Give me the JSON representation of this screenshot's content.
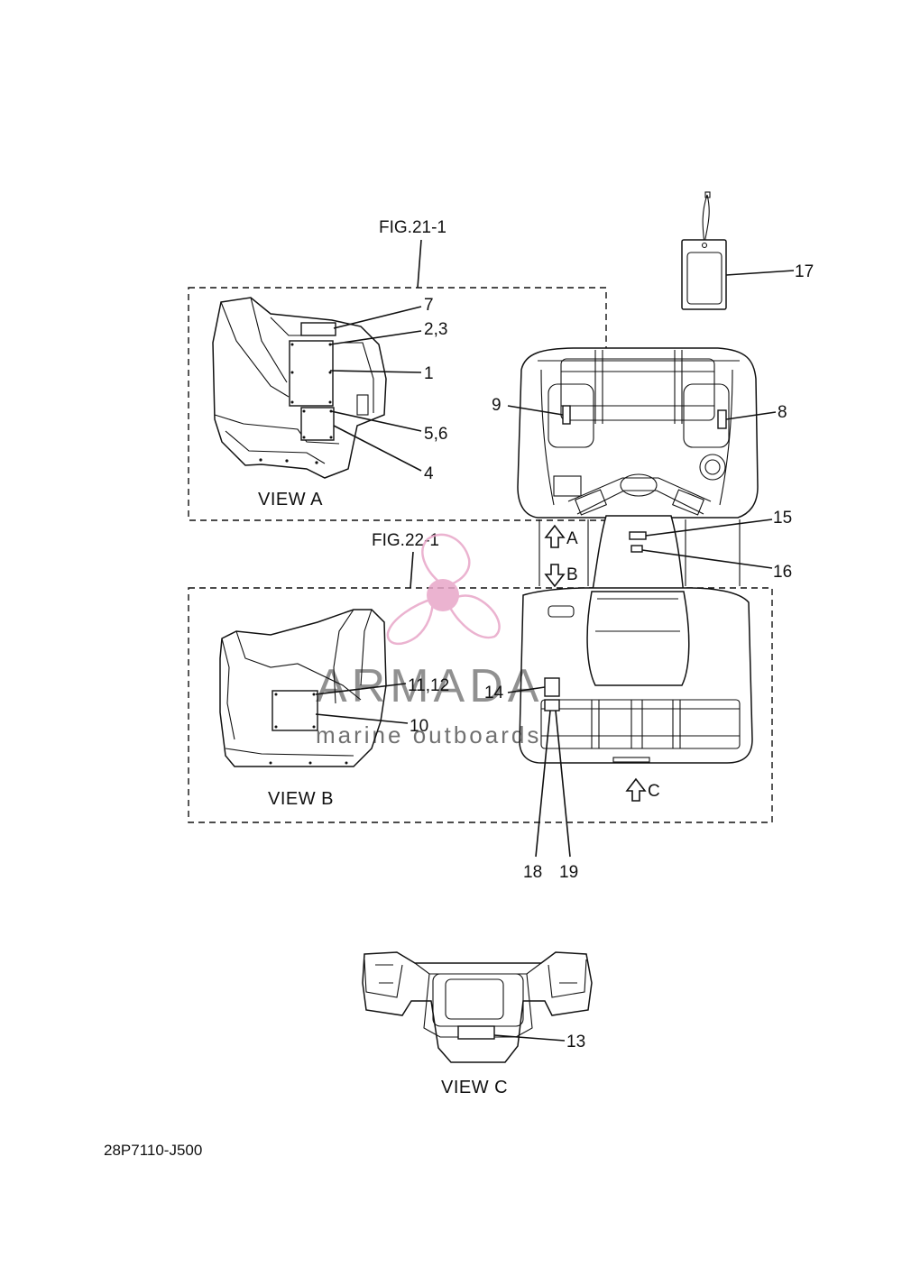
{
  "labels": {
    "fig_a": "FIG.21-1",
    "fig_b": "FIG.22-1",
    "view_a": "VIEW A",
    "view_b": "VIEW B",
    "view_c": "VIEW C",
    "part_code": "28P7110-J500",
    "arrow_a": "A",
    "arrow_b": "B",
    "arrow_c": "C"
  },
  "callouts": {
    "c1": "1",
    "c2_3": "2,3",
    "c4": "4",
    "c5_6": "5,6",
    "c7": "7",
    "c8": "8",
    "c9": "9",
    "c10": "10",
    "c11_12": "11,12",
    "c13": "13",
    "c14": "14",
    "c15": "15",
    "c16": "16",
    "c17": "17",
    "c18": "18",
    "c19": "19"
  },
  "watermark": {
    "brand": "ARMADA",
    "tagline": "marine outboards",
    "color": "#e8a6c8",
    "icon": "propeller-icon"
  }
}
